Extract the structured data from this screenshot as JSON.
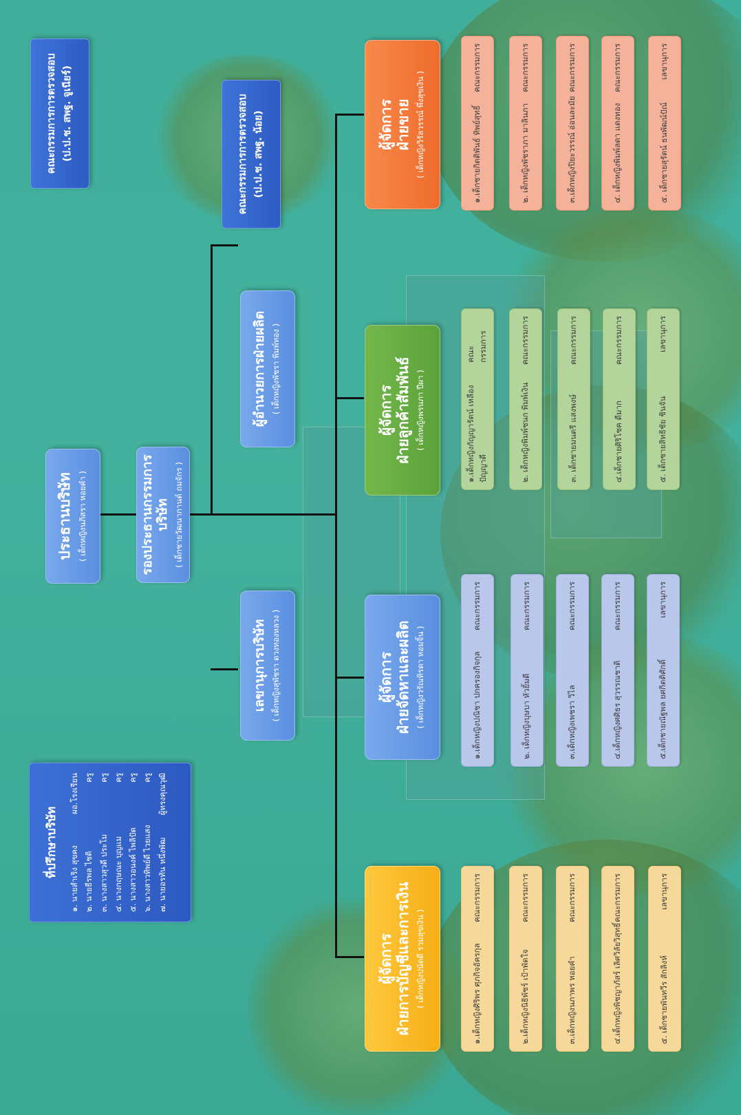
{
  "advisors": {
    "title": "ที่ปรึกษาบริษัท",
    "rows": [
      {
        "name": "๑. นายสำเริง สุขคง",
        "role": "ผอ.โรงเรียน"
      },
      {
        "name": "๒. นายธีรพล ไชติ",
        "role": "ครู"
      },
      {
        "name": "๓. นางสาวสุวดี ประโม",
        "role": "ครู"
      },
      {
        "name": "๔. นางกฤษณะ บุญแม",
        "role": "ครู"
      },
      {
        "name": "๕. นางสาวอนงค์ ไพลิปัด",
        "role": "ครู"
      },
      {
        "name": "๖. นางสาวทิพย์ดี ไวยแสง",
        "role": "ครู"
      },
      {
        "name": "๗. นายอรทัน หนึ่งพัฒ",
        "role": "ผู้ทรงคุณวุฒิ"
      }
    ]
  },
  "president": {
    "title": "ประธานบริษัท",
    "name": "( เด็กหญิงนภิสรา หอยคำ )"
  },
  "vice_president": {
    "title": "รองประธานกรรมการบริษัท",
    "name": "( เด็กชายวัฒนากานต์ ถมจักร )"
  },
  "secretary": {
    "title": "เลขานุการบริษัท",
    "name": "( เด็กหญิงสุพัชรา ดวงทองหลวง )"
  },
  "production_director": {
    "title": "ผู้อำนวยการฝ่ายผลิต",
    "name": "( เด็กหญิงพัชรา พิมพ์ทอง )"
  },
  "audit_committee_1": {
    "line1": "คณะกรรมการการตรวจสอบ",
    "line2": "(ป.ป.ช. สพฐ. น้อย)"
  },
  "audit_committee_2": {
    "line1": "คณะกรรมการการตรวจสอบ",
    "line2": "(ป.ป.ช. สพฐ. จูเนียร์)"
  },
  "departments": [
    {
      "title": "ผู้จัดการ",
      "subtitle": "ฝ่ายการบัญชีและการเงิน",
      "name": "( เด็กหญิงปนัดดี รวมสุขเงิน )",
      "members": [
        {
          "name": "๑.เด็กหญิงศิริพร ศุภกิจอัครกุล",
          "role": "คณะกรรมการ"
        },
        {
          "name": "๒.เด็กหญิงนิธิพัชร์ เป้าพัดใจ",
          "role": "คณะกรรมการ"
        },
        {
          "name": "๓.เด็กหญิงนภาพร หอยคำ",
          "role": "คณะกรรมการ"
        },
        {
          "name": "๔.เด็กหญิงพิชญาภัสร์ เลิศวิลัยวิสุทธิ์",
          "role": "คณะกรรมการ"
        },
        {
          "name": "๕. เด็กชายพันทวีร สักลิงห์",
          "role": "เลขานุการ"
        }
      ]
    },
    {
      "title": "ผู้จัดการ",
      "subtitle": "ฝ่ายจัดหาและผลิต",
      "name": "( เด็กหญิงวรัณทิรดา หอมจิ้น )",
      "members": [
        {
          "name": "๑.เด็กหญิงปณิชา ปกครองกิจกุล",
          "role": "คณะกรรมการ"
        },
        {
          "name": "๒. เด็กหญิงบุษบา หัวยิ้มดี",
          "role": "คณะกรรมการ"
        },
        {
          "name": "๓.เด็กหญิงเพชรา วิไล",
          "role": "คณะกรรมการ"
        },
        {
          "name": "๔.เด็กหญิงศศิธร สุวรรณชาติ",
          "role": "คณะกรรมการ"
        },
        {
          "name": "๕.เด็กชายณัฐพล ยศกิตติศักดิ์",
          "role": "เลขานุการ"
        }
      ]
    },
    {
      "title": "ผู้จัดการ",
      "subtitle": "ฝ่ายลูกค้าสัมพันธ์",
      "name": "( เด็กหญิงพรนภา ปีผา )",
      "members": [
        {
          "name": "๑.เด็กหญิงกัญญารัตน์ เหลืองปัญญาดี",
          "role": "คณะกรรมการ"
        },
        {
          "name": "๒. เด็กหญิงพิมพ์ชนก พิมพ์เงิน",
          "role": "คณะกรรมการ"
        },
        {
          "name": "๓. เด็กชายมนตรี แสงพงษ์",
          "role": "คณะกรรมการ"
        },
        {
          "name": "๔.เด็กชายศิริโชค ดีมาก",
          "role": "คณะกรรมการ"
        },
        {
          "name": "๕. เด็กชายสิทธิชัย ชินจัน",
          "role": "เลขานุการ"
        }
      ]
    },
    {
      "title": "ผู้จัดการ",
      "subtitle": "ฝ่ายขาย",
      "name": "( เด็กหญิงวิรัลวรรณ์ พึ่งสุขเงิน )",
      "members": [
        {
          "name": "๑.เด็กชายกิตติพันธ์ ทิพย์สุทธิ์",
          "role": "คณะกรรมการ"
        },
        {
          "name": "๒. เด็กหญิงพัชราภา มาลินภา",
          "role": "คณะกรรมการ"
        },
        {
          "name": "๓.เด็กหญิงปิยะวรรณ์ อ่อนละมัย",
          "role": "คณะกรรมการ"
        },
        {
          "name": "๔. เด็กหญิงพิมพ์ลดา แดงทอง",
          "role": "คณะกรรมการ"
        },
        {
          "name": "๕. เด็กชายสุรัตน์ ธนพัฒน์ปัณ์",
          "role": "เลขานุการ"
        }
      ]
    }
  ]
}
